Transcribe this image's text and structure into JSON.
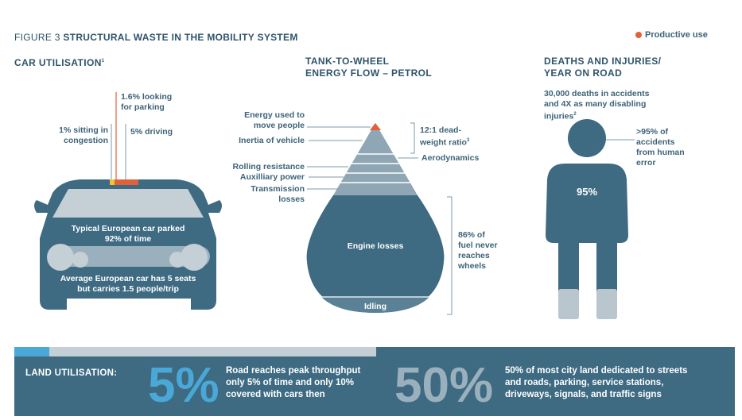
{
  "header": {
    "figure_label": "FIGURE 3",
    "title": "STRUCTURAL WASTE IN THE MOBILITY SYSTEM",
    "legend_label": "Productive use"
  },
  "car_utilisation": {
    "title": "CAR UTILISATION",
    "title_sup": "1",
    "label_parking": "1.6% looking\nfor parking",
    "label_congestion": "1% sitting in\ncongestion",
    "label_driving": "5% driving",
    "label_parked": "Typical European car parked\n92% of time",
    "label_seats": "Average European car has 5 seats\nbut carries 1.5 people/trip"
  },
  "tank_to_wheel": {
    "title": "TANK-TO-WHEEL\nENERGY FLOW – PETROL",
    "label_energy_people": "Energy used to\nmove people",
    "label_inertia": "Inertia of vehicle",
    "label_rolling": "Rolling resistance",
    "label_auxiliary": "Auxilliary power",
    "label_transmission": "Transmission\nlosses",
    "label_ratio": "12:1 dead-\nweight ratio",
    "label_ratio_sup": "3",
    "label_aero": "Aerodynamics",
    "label_engine": "Engine losses",
    "label_idling": "Idling",
    "label_fuel": "86% of\nfuel never\nreaches\nwheels"
  },
  "deaths_injuries": {
    "title": "DEATHS AND INJURIES/\nYEAR ON ROAD",
    "label_deaths": "30,000 deaths in accidents\nand 4X as many disabling\ninjuries",
    "label_deaths_sup": "2",
    "label_human": ">95% of\naccidents\nfrom human\nerror",
    "figure_pct": "95%"
  },
  "land_utilisation": {
    "label": "LAND UTILISATION:",
    "stat1_value": "5%",
    "stat1_text": "Road reaches peak throughput\nonly 5% of time and only 10%\ncovered with cars then",
    "stat2_value": "50%",
    "stat2_text": "50% of most city land dedicated to streets\nand roads, parking, service stations,\ndriveways, signals, and traffic signs",
    "progress_fraction": 0.05
  },
  "colors": {
    "dark_blue": "#3e6a82",
    "mid_blue": "#5b8196",
    "light_gray": "#c5cfd6",
    "light_blue": "#4aa8d8",
    "productive": "#e0623a",
    "yellow": "#f2c230",
    "big_5_color": "#4aa8d8",
    "big_50_color": "#9bb0bd"
  }
}
